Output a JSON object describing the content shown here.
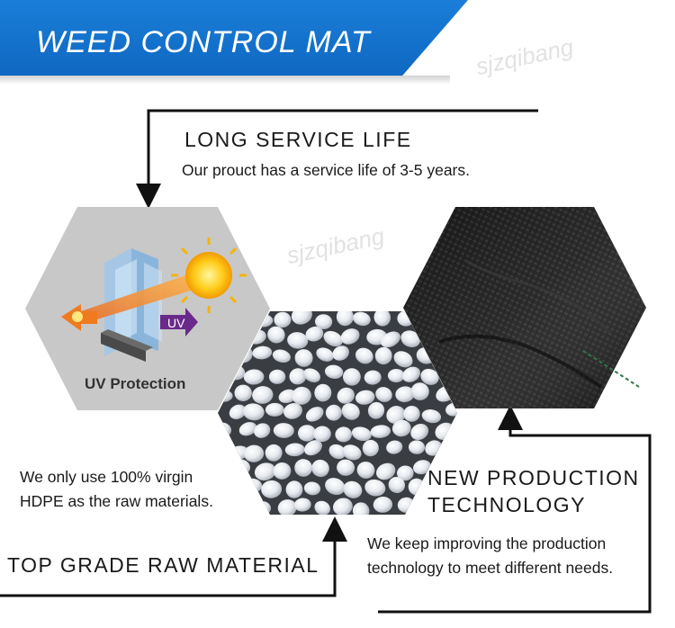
{
  "banner": {
    "title": "WEED CONTROL MAT"
  },
  "watermarks": [
    "sjzqibang",
    "sjzqibang"
  ],
  "features": {
    "service_life": {
      "heading": "LONG SERVICE LIFE",
      "text": "Our prouct has a service life of 3-5 years."
    },
    "uv": {
      "label": "UV Protection",
      "arrow_label": "UV"
    },
    "raw_material": {
      "heading": "TOP GRADE RAW MATERIAL",
      "text_line1": "We only use 100% virgin",
      "text_line2": "HDPE as the raw materials."
    },
    "technology": {
      "heading_line1": "NEW PRODUCTION",
      "heading_line2": "TECHNOLOGY",
      "text_line1": "We keep improving the production",
      "text_line2": "technology to meet different needs."
    }
  },
  "colors": {
    "banner_blue": "#1a7ed8",
    "hex_gray": "#c8c8c8",
    "fabric_black": "#1b1b1b"
  }
}
